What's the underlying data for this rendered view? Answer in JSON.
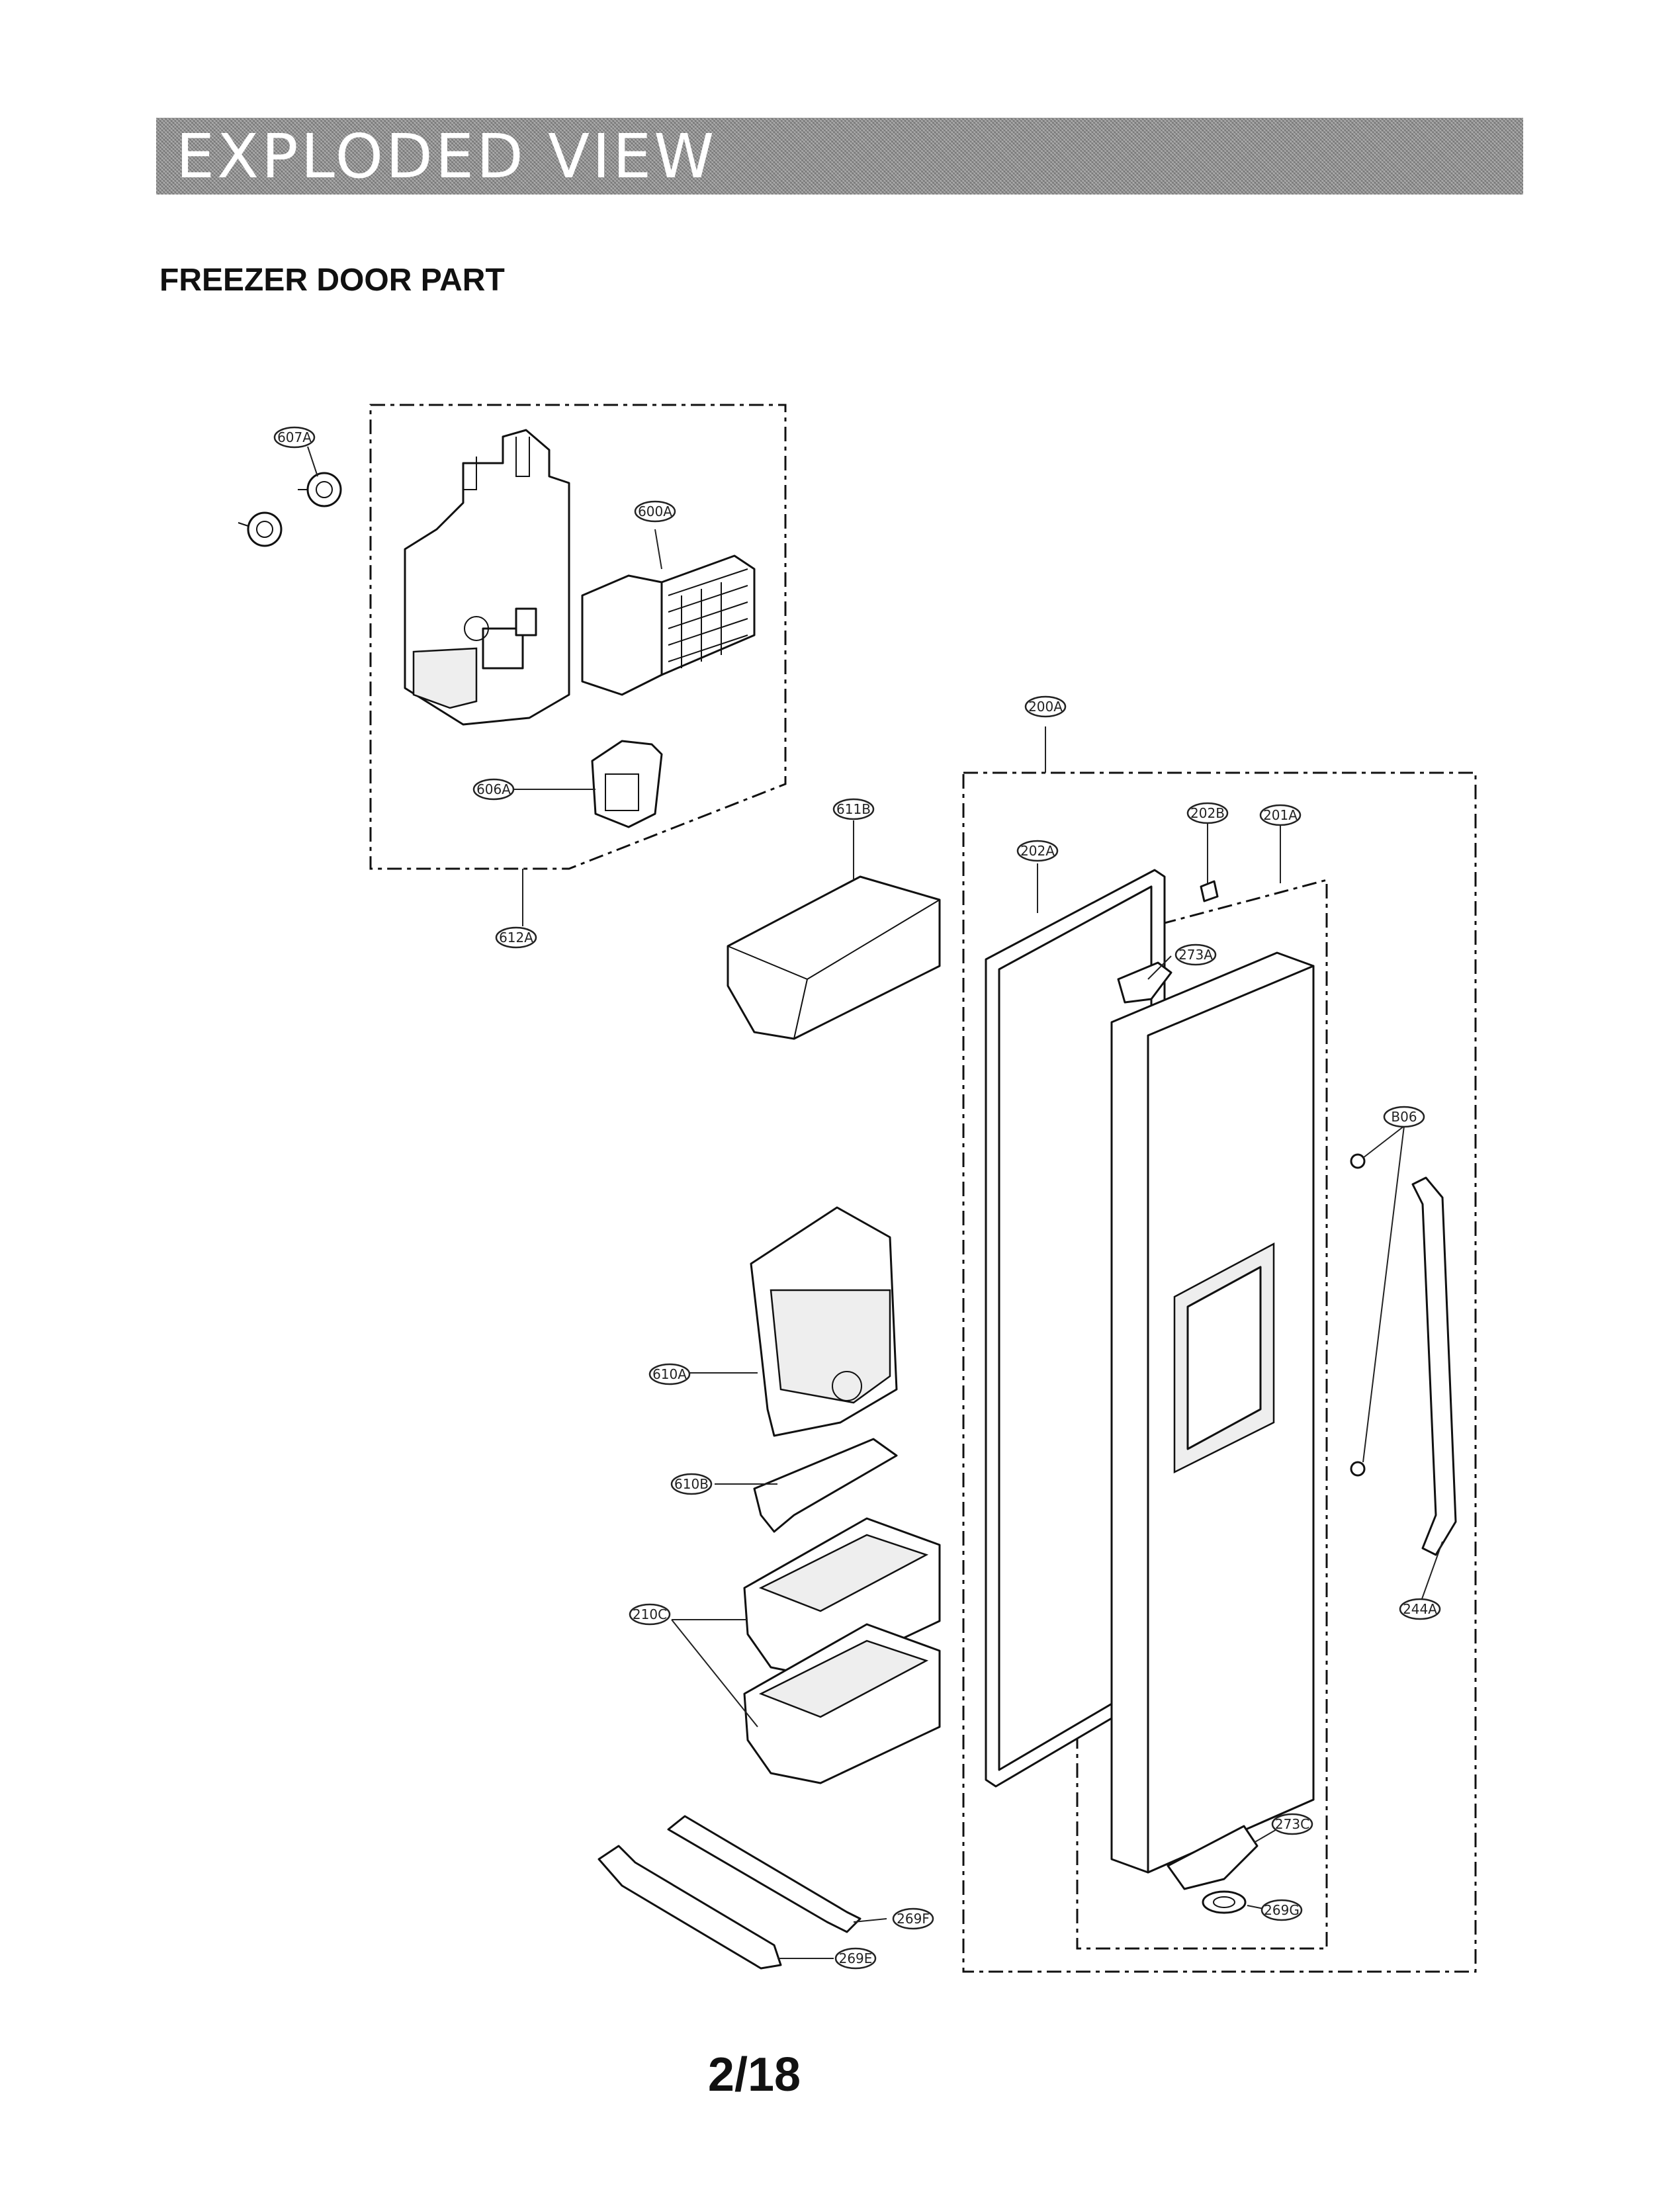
{
  "header": {
    "banner_title": "EXPLODED VIEW"
  },
  "section": {
    "title": "FREEZER DOOR PART"
  },
  "page": {
    "number": "2/18"
  },
  "callouts": {
    "c607A": "607A",
    "c600A": "600A",
    "c606A": "606A",
    "c612A": "612A",
    "c611B": "611B",
    "c200A": "200A",
    "c202A": "202A",
    "c202B": "202B",
    "c201A": "201A",
    "c273A": "273A",
    "cB06": "B06",
    "c610A": "610A",
    "c610B": "610B",
    "c210C": "210C",
    "c244A": "244A",
    "c273C": "273C",
    "c269G": "269G",
    "c269F": "269F",
    "c269E": "269E"
  }
}
